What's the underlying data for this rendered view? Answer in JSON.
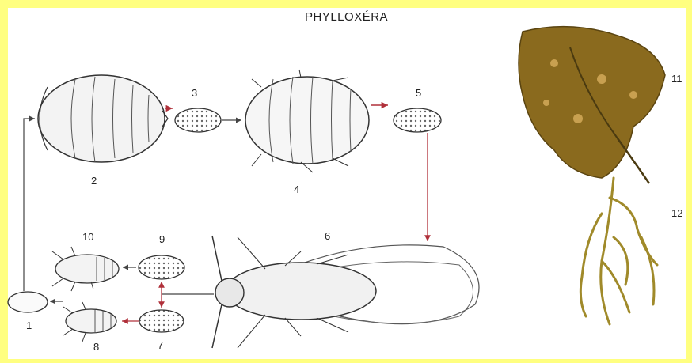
{
  "title": "PHYLLOXÉRA",
  "labels": {
    "n1": "1",
    "n2": "2",
    "n3": "3",
    "n4": "4",
    "n5": "5",
    "n6": "6",
    "n7": "7",
    "n8": "8",
    "n9": "9",
    "n10": "10",
    "n11": "11",
    "n12": "12"
  },
  "colors": {
    "frame": "#ffff80",
    "arrow_red": "#b0303a",
    "ink": "#333333",
    "leaf": "#8a6a1e",
    "root": "#a08a2a"
  }
}
